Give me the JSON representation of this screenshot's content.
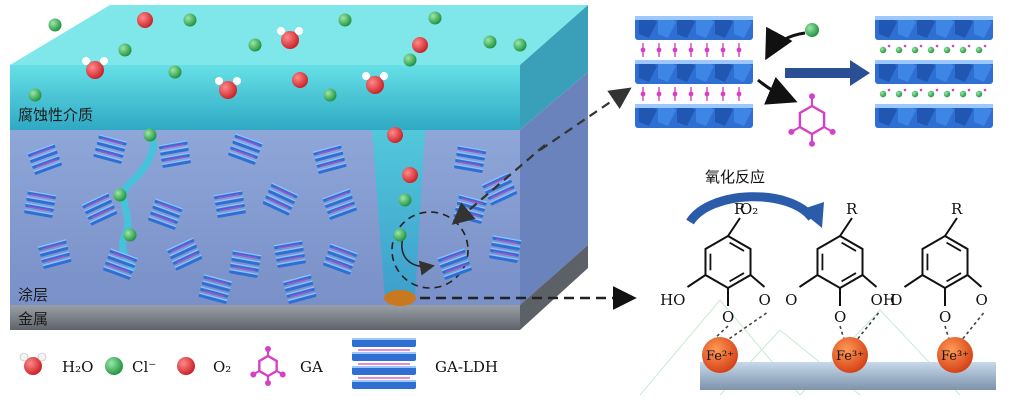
{
  "labels": {
    "corrosive_medium": "腐蚀性介质",
    "coating": "涂层",
    "metal": "金属",
    "oxidation_reaction": "氧化反应",
    "o2_arrow": "O₂"
  },
  "legend": {
    "water": "H₂O",
    "chloride": "Cl⁻",
    "oxygen": "O₂",
    "ga": "GA",
    "ga_ldh": "GA-LDH"
  },
  "molecule_labels": {
    "r": "R",
    "ho": "HO",
    "oh": "OH",
    "o": "O",
    "fe2": "Fe²⁺",
    "fe3": "Fe³⁺"
  },
  "colors": {
    "medium_top": "#4fd3dc",
    "medium_front": "#3fb7cf",
    "coating_front": "#7f9bd0",
    "coating_side": "#5d78b3",
    "metal": "#7b7f86",
    "ldh_blue": "#2f6fd1",
    "ga_magenta": "#d640c8",
    "chloride": "#27a84a",
    "oxygen": "#d9262c",
    "iron": "#e0541f",
    "arrow_navy": "#2b4f94"
  }
}
